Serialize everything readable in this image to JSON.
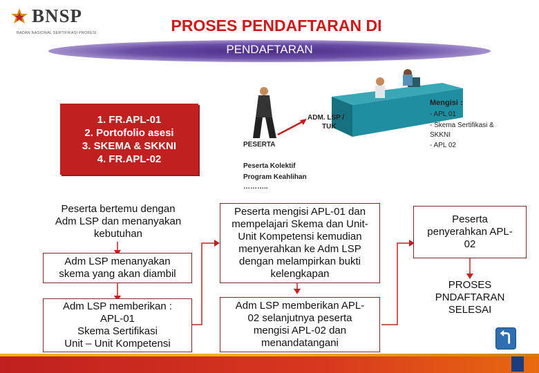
{
  "logo": {
    "name": "BNSP",
    "subtitle": "BADAN NASIONAL SERTIFIKASI PROFESI"
  },
  "title": "PROSES PENDAFTARAN DI",
  "subtitle": "PENDAFTARAN",
  "requirements": [
    "1. FR.APL-01",
    "2. Portofolio asesi",
    "3. SKEMA & SKKNI",
    "4. FR.APL-02"
  ],
  "illustration": {
    "peserta": "PESERTA",
    "adm_line1": "ADM. LSP /",
    "adm_line2": "TUK",
    "kolektif_line1": "Peserta Kolektif",
    "kolektif_line2": "Program Keahlihan",
    "kolektif_line3": "………..",
    "mengisi_title": "Mengisi :",
    "mengisi_items": [
      "-  APL 01",
      "-  Skema Sertifikasi &",
      "   SKKNI",
      "-  APL 02"
    ]
  },
  "steps": {
    "s1": [
      "Peserta  bertemu dengan",
      "Adm LSP dan menanyakan",
      "kebutuhan"
    ],
    "s2": [
      "Adm LSP menanyakan",
      "skema yang akan diambil"
    ],
    "s3": [
      "Adm LSP memberikan :",
      "APL-01",
      "Skema Sertifikasi",
      "Unit – Unit Kompetensi"
    ],
    "s4": [
      "Peserta mengisi APL-01 dan",
      "mempelajari Skema dan Unit-",
      "Unit Kompetensi kemudian",
      "menyerahkan ke Adm LSP",
      "dengan melampirkan bukti",
      "kelengkapan"
    ],
    "s5": [
      "Adm LSP memberikan APL-",
      "02  selanjutnya  peserta",
      "mengisi APL-02 dan",
      "menandatangani"
    ],
    "s6": [
      "Peserta",
      "penyerahkan APL-",
      "02"
    ],
    "s7": [
      "PROSES",
      "PNDAFTARAN",
      "SELESAI"
    ]
  },
  "colors": {
    "title": "#d01818",
    "box_fill": "#c0201f",
    "box_border": "#7a2b2b",
    "ellipse": "#4b2b86"
  },
  "icons": [
    "bnsp-logo-icon",
    "back-button-icon",
    "arrow-icon"
  ]
}
